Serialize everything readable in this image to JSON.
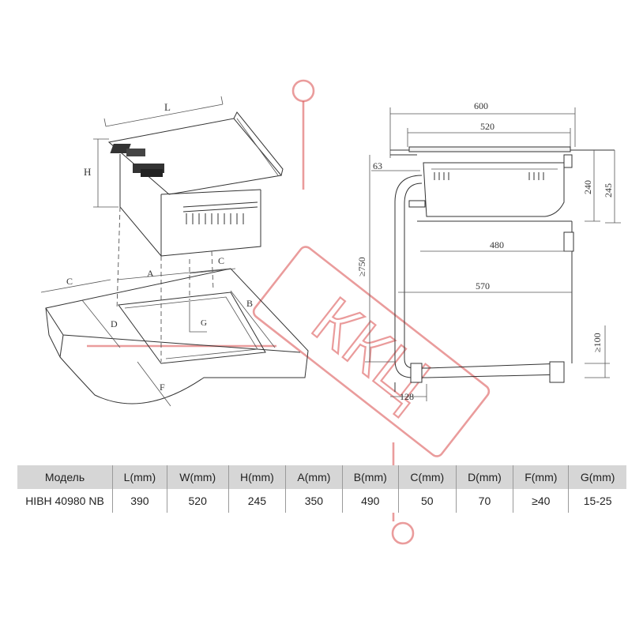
{
  "watermark": {
    "text": "ККЦ",
    "color": "#d94a4a"
  },
  "iso_view": {
    "labels": [
      "L",
      "H",
      "C",
      "A",
      "C",
      "B",
      "D",
      "G",
      "F"
    ]
  },
  "side_view": {
    "dim_overall_width": "600",
    "dim_hob_width": "520",
    "dim_left_offset": "63",
    "dim_240": "240",
    "dim_245": "245",
    "dim_min_height": "≥750",
    "dim_480": "480",
    "dim_570": "570",
    "dim_min_bottom": "≥100",
    "dim_128": "128"
  },
  "spec_table": {
    "headers": [
      "Модель",
      "L(mm)",
      "W(mm)",
      "H(mm)",
      "A(mm)",
      "B(mm)",
      "C(mm)",
      "D(mm)",
      "F(mm)",
      "G(mm)"
    ],
    "rows": [
      [
        "HIBH 40980 NB",
        "390",
        "520",
        "245",
        "350",
        "490",
        "50",
        "70",
        "≥40",
        "15-25"
      ]
    ]
  }
}
